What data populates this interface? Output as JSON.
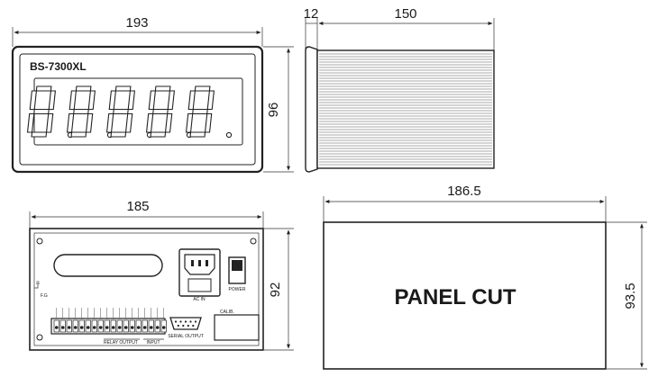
{
  "dimensions": {
    "front_width": "193",
    "front_height": "96",
    "side_depth_front": "12",
    "side_depth_body": "150",
    "rear_width": "185",
    "rear_height": "92",
    "cut_width": "186.5",
    "cut_height": "93.5"
  },
  "front_panel": {
    "model": "BS-7300XL",
    "digit_count": 5
  },
  "rear_panel": {
    "ac_in_label": "AC IN",
    "power_label": "POWER",
    "serial_output_label": "SERIAL OUTPUT",
    "relay_output_label": "RELAY OUTPUT",
    "input_label": "INPUT",
    "calib_label": "CALIB.",
    "fg_label": "F.G"
  },
  "panel_cut": {
    "label": "PANEL CUT"
  }
}
